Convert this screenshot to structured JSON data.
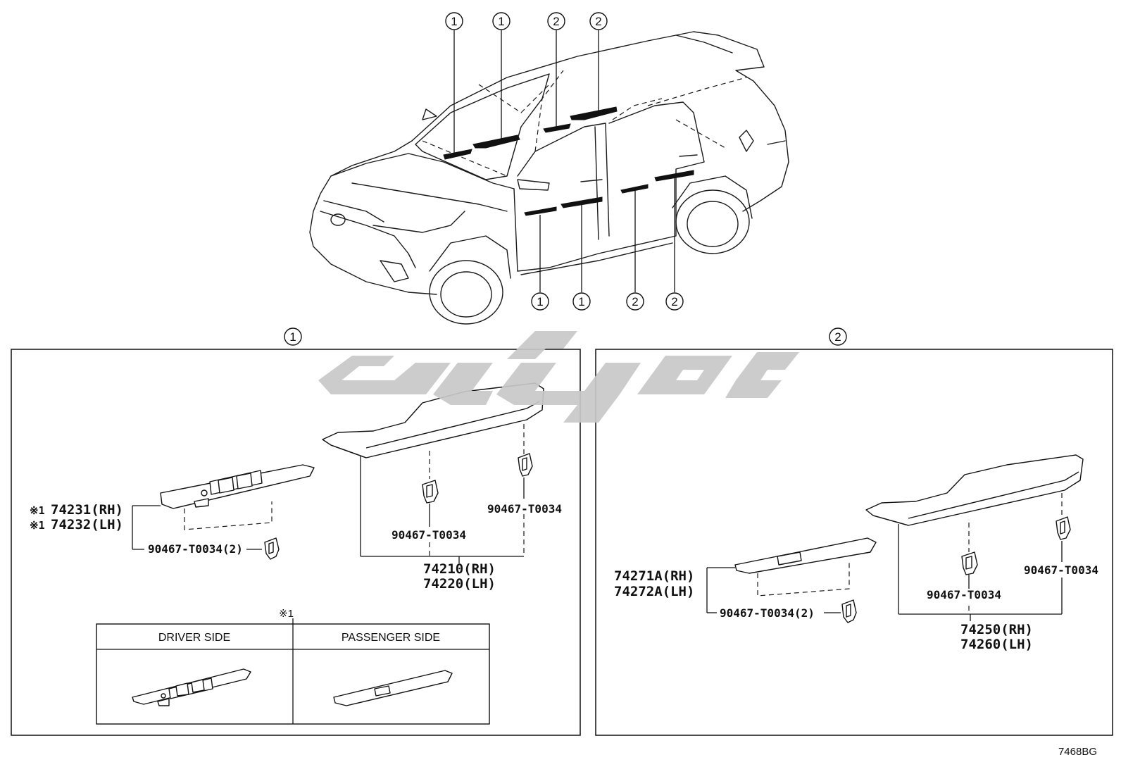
{
  "callouts": {
    "one": "1",
    "two": "2"
  },
  "panel1": {
    "switch_code_rh": "74231(RH)",
    "switch_code_lh": "74232(LH)",
    "switch_mark": "※1",
    "switch_clip": "90467-T0034(2)",
    "trim_code_rh": "74210(RH)",
    "trim_code_lh": "74220(LH)",
    "trim_clip_left": "90467-T0034",
    "trim_clip_right": "90467-T0034",
    "table_mark": "※1",
    "table_col_driver": "DRIVER SIDE",
    "table_col_passenger": "PASSENGER SIDE"
  },
  "panel2": {
    "switch_code_rh": "74271A(RH)",
    "switch_code_lh": "74272A(LH)",
    "switch_clip": "90467-T0034(2)",
    "trim_code_rh": "74250(RH)",
    "trim_code_lh": "74260(LH)",
    "trim_clip_left": "90467-T0034",
    "trim_clip_right": "90467-T0034"
  },
  "diagram_code": "7468BG",
  "colors": {
    "line": "#111111",
    "watermark": "#c8c8c8",
    "background": "#ffffff"
  }
}
